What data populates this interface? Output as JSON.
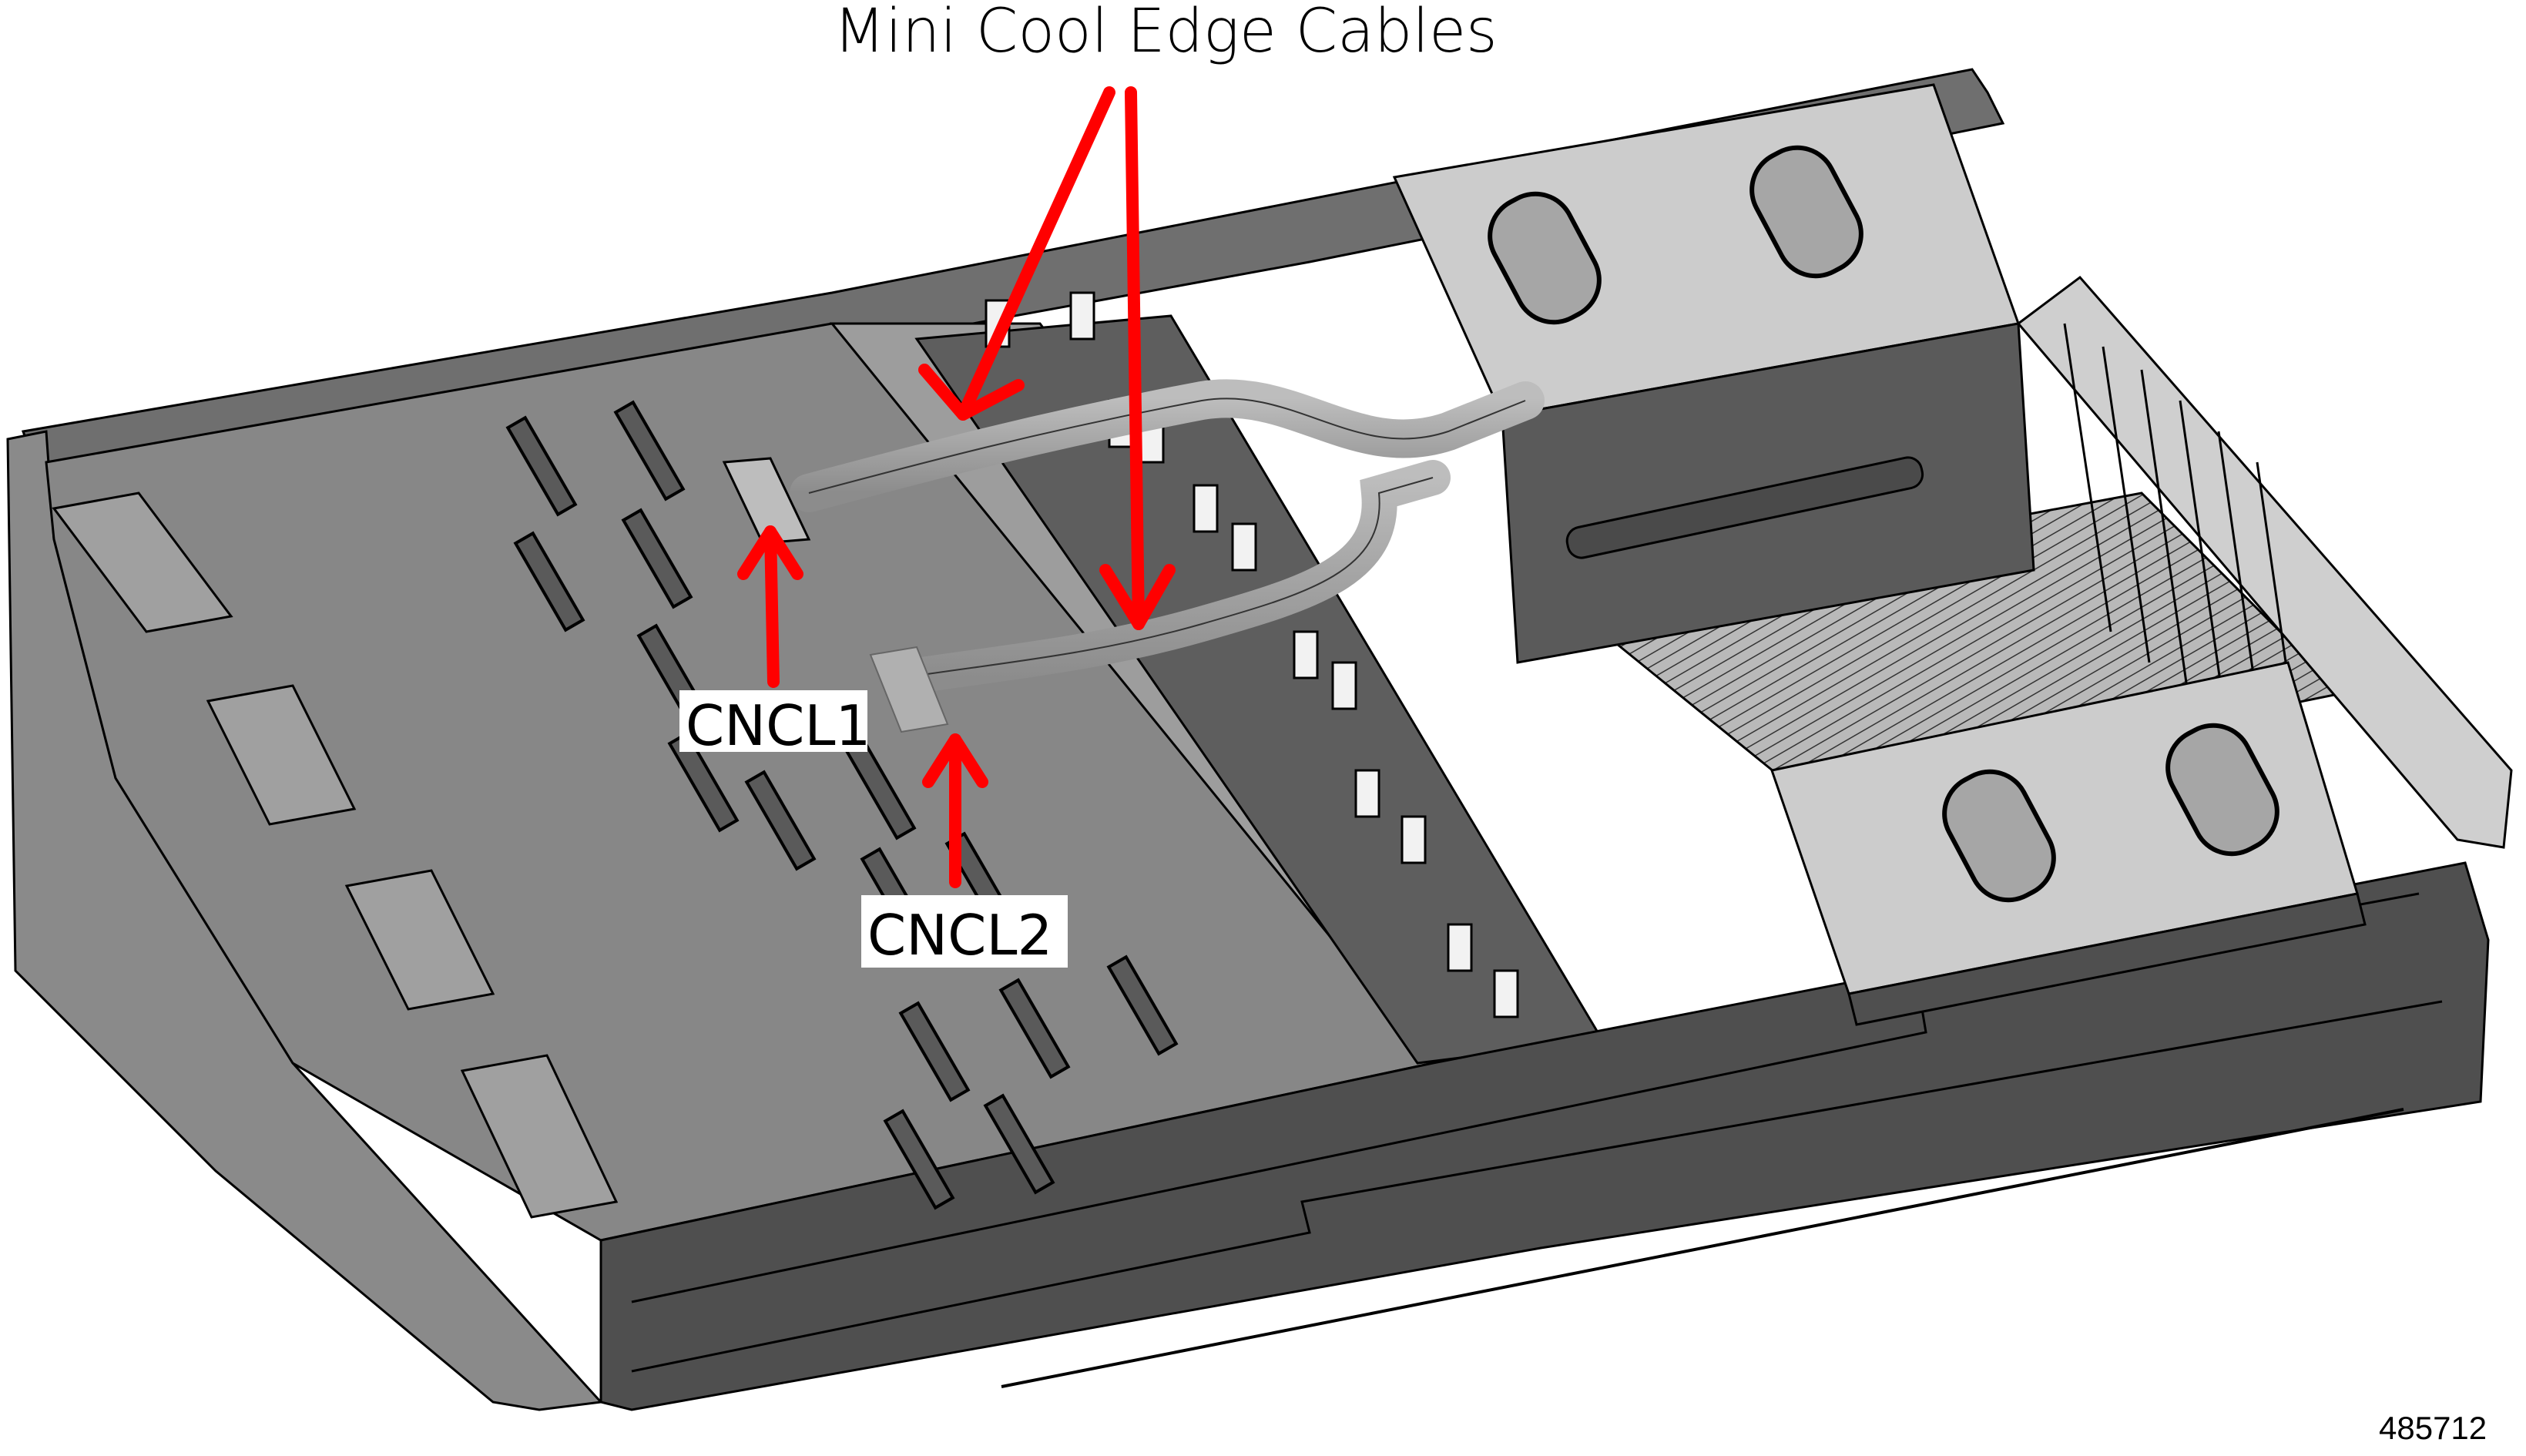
{
  "figure": {
    "title_callout": "Mini Cool Edge Cables",
    "labels": {
      "cncl1": "CNCL1",
      "cncl2": "CNCL2"
    },
    "figure_id": "485712"
  },
  "colors": {
    "arrow": "#ff0000",
    "chassis_dark": "#4f4f4f",
    "chassis_mid": "#7f7f7f",
    "board": "#878787",
    "cage_light": "#c8c8c8",
    "cable": "#a8a8a8",
    "outline": "#000000",
    "label_bg": "#ffffff"
  },
  "callouts": [
    {
      "id": "mini-cool-edge-cable-1",
      "target": "upper cable"
    },
    {
      "id": "mini-cool-edge-cable-2",
      "target": "lower cable"
    },
    {
      "id": "cncl1",
      "target": "CNCL1 connector"
    },
    {
      "id": "cncl2",
      "target": "CNCL2 connector"
    }
  ]
}
